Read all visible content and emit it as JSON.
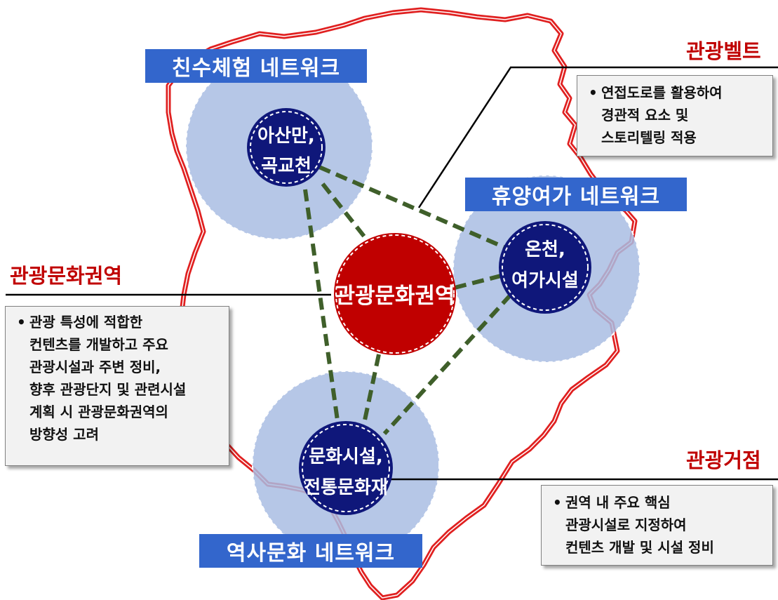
{
  "colors": {
    "boundary": "#e02020",
    "halo": "#a9bde3",
    "node_fill": "#0f177a",
    "center_fill": "#c00000",
    "connector": "#3f5f2a",
    "label_bg": "#3366cc",
    "heading_red": "#c00000"
  },
  "networks": {
    "waterfront": "친수체험 네트워크",
    "leisure": "휴양여가 네트워크",
    "history": "역사문화 네트워크"
  },
  "nodes": {
    "asan": [
      "아산만,",
      "곡교천"
    ],
    "spa": [
      "온천,",
      "여가시설"
    ],
    "culture": [
      "문화시설,",
      "전통문화재"
    ],
    "center": "관광문화권역"
  },
  "headings": {
    "belt": "관광벨트",
    "zone": "관광문화권역",
    "hub": "관광거점"
  },
  "notes": {
    "belt": {
      "bullet": "•",
      "lines": [
        "연접도로를 활용하여",
        "경관적 요소 및",
        "스토리텔링 적용"
      ]
    },
    "zone": {
      "bullet": "•",
      "lines": [
        "관광 특성에 적합한",
        "컨텐츠를 개발하고 주요",
        "관광시설과 주변 정비,",
        "향후 관광단지 및 관련시설",
        "계획 시 관광문화권역의",
        "방향성 고려"
      ]
    },
    "hub": {
      "bullet": "•",
      "lines": [
        "권역 내 주요 핵심",
        "관광시설로 지정하여",
        "컨텐츠 개발 및 시설 정비"
      ]
    }
  }
}
